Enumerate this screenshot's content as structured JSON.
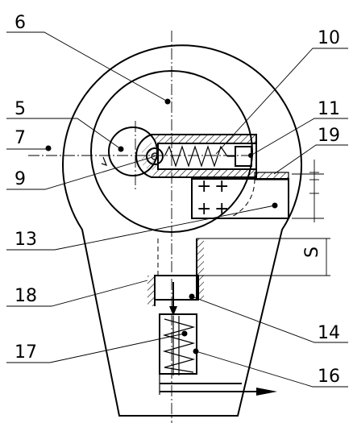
{
  "labels": {
    "n6": "6",
    "n10": "10",
    "n5": "5",
    "n11": "11",
    "n7": "7",
    "n19": "19",
    "n9": "9",
    "n13": "13",
    "n18": "18",
    "n14": "14",
    "n17": "17",
    "n16": "16",
    "dim_s": "S",
    "plus": "+"
  },
  "colors": {
    "line": "#000000",
    "background": "#ffffff"
  }
}
